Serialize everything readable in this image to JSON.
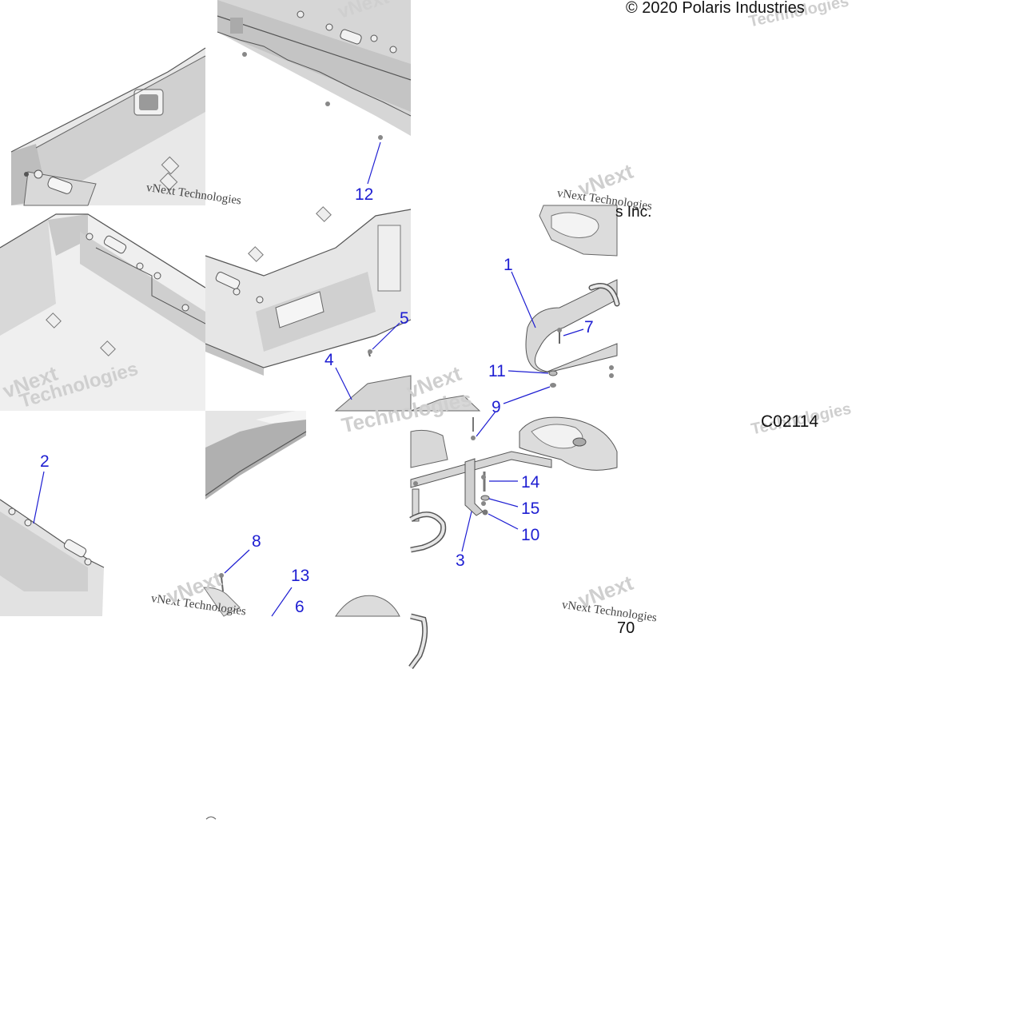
{
  "copyright": "© 2020 Polaris Industries",
  "copyright_fragment": "s Inc.",
  "figure_code": "C02114",
  "page_number": "70",
  "watermark": {
    "line1": "vNext Technologies",
    "big1": "vNext",
    "big2": "Technologies"
  },
  "callouts": [
    {
      "id": "1",
      "label": "1"
    },
    {
      "id": "2",
      "label": "2"
    },
    {
      "id": "3",
      "label": "3"
    },
    {
      "id": "4",
      "label": "4"
    },
    {
      "id": "5",
      "label": "5"
    },
    {
      "id": "6",
      "label": "6"
    },
    {
      "id": "7",
      "label": "7"
    },
    {
      "id": "8",
      "label": "8"
    },
    {
      "id": "9",
      "label": "9"
    },
    {
      "id": "10",
      "label": "10"
    },
    {
      "id": "11",
      "label": "11"
    },
    {
      "id": "12",
      "label": "12"
    },
    {
      "id": "13",
      "label": "13"
    },
    {
      "id": "14",
      "label": "14"
    },
    {
      "id": "15",
      "label": "15"
    }
  ],
  "colors": {
    "callout": "#1e1ed2",
    "part_fill": "#d2d2d2",
    "part_shadow": "#a9a9a9",
    "line": "#3a3a3a"
  }
}
